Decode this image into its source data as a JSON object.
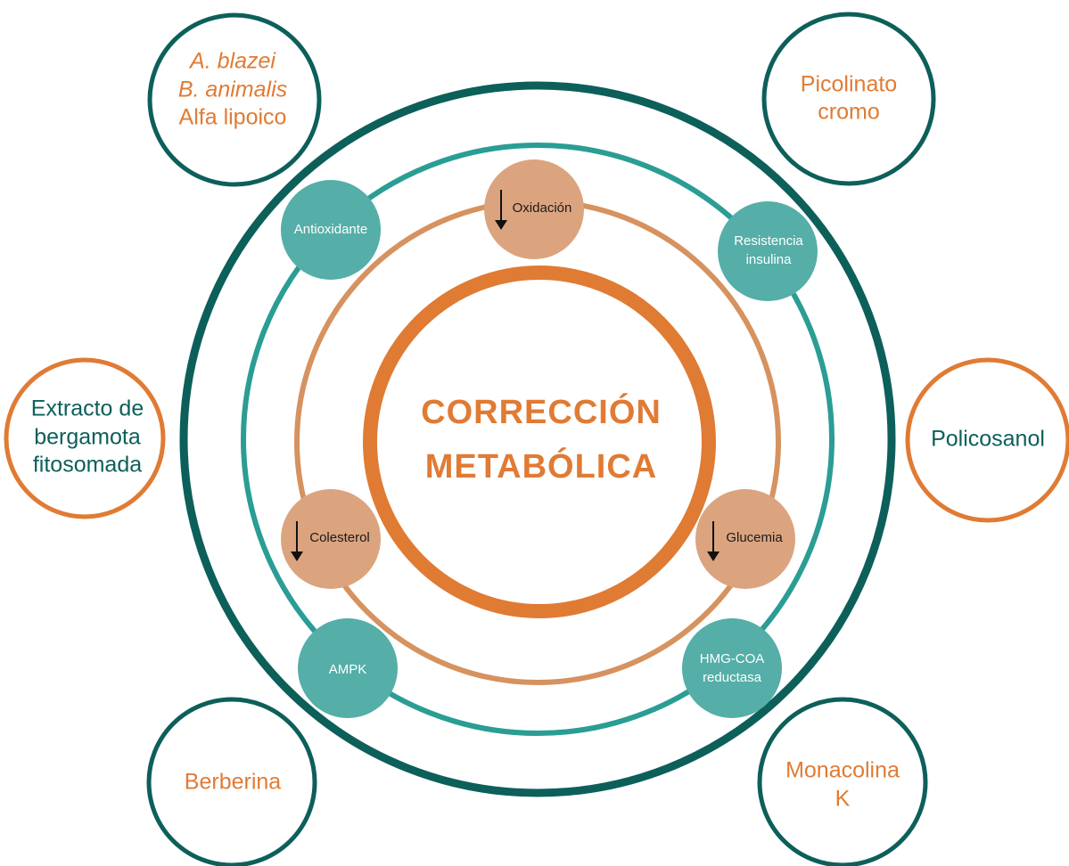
{
  "colors": {
    "dark_teal": "#0d5f5a",
    "teal": "#2a9d94",
    "node_teal": "#55aea8",
    "orange": "#e07b34",
    "light_orange": "#d6925f",
    "node_orange": "#dba47f",
    "arrow": "#111111"
  },
  "center": {
    "line1": "CORRECCIÓN",
    "line2": "METABÓLICA"
  },
  "nodes": {
    "oxidacion": {
      "label": "Oxidación",
      "arrow": "down-arrow-icon"
    },
    "colesterol": {
      "label": "Colesterol",
      "arrow": "down-arrow-icon"
    },
    "glucemia": {
      "label": "Glucemia",
      "arrow": "down-arrow-icon"
    },
    "antioxidante": {
      "label": "Antioxidante"
    },
    "resistencia": {
      "line1": "Resistencia",
      "line2": "insulina"
    },
    "ampk": {
      "label": "AMPK"
    },
    "hmg": {
      "line1": "HMG-COA",
      "line2": "reductasa"
    }
  },
  "outer": {
    "top_left": {
      "line1": "A. blazei",
      "line2": "B. animalis",
      "line3": "Alfa lipoico"
    },
    "top_right": {
      "line1": "Picolinato",
      "line2": "cromo"
    },
    "left": {
      "line1": "Extracto de",
      "line2": "bergamota",
      "line3": "fitosomada"
    },
    "right": {
      "line1": "Policosanol"
    },
    "bottom_left": {
      "line1": "Berberina"
    },
    "bottom_right": {
      "line1": "Monacolina",
      "line2": "K"
    }
  }
}
